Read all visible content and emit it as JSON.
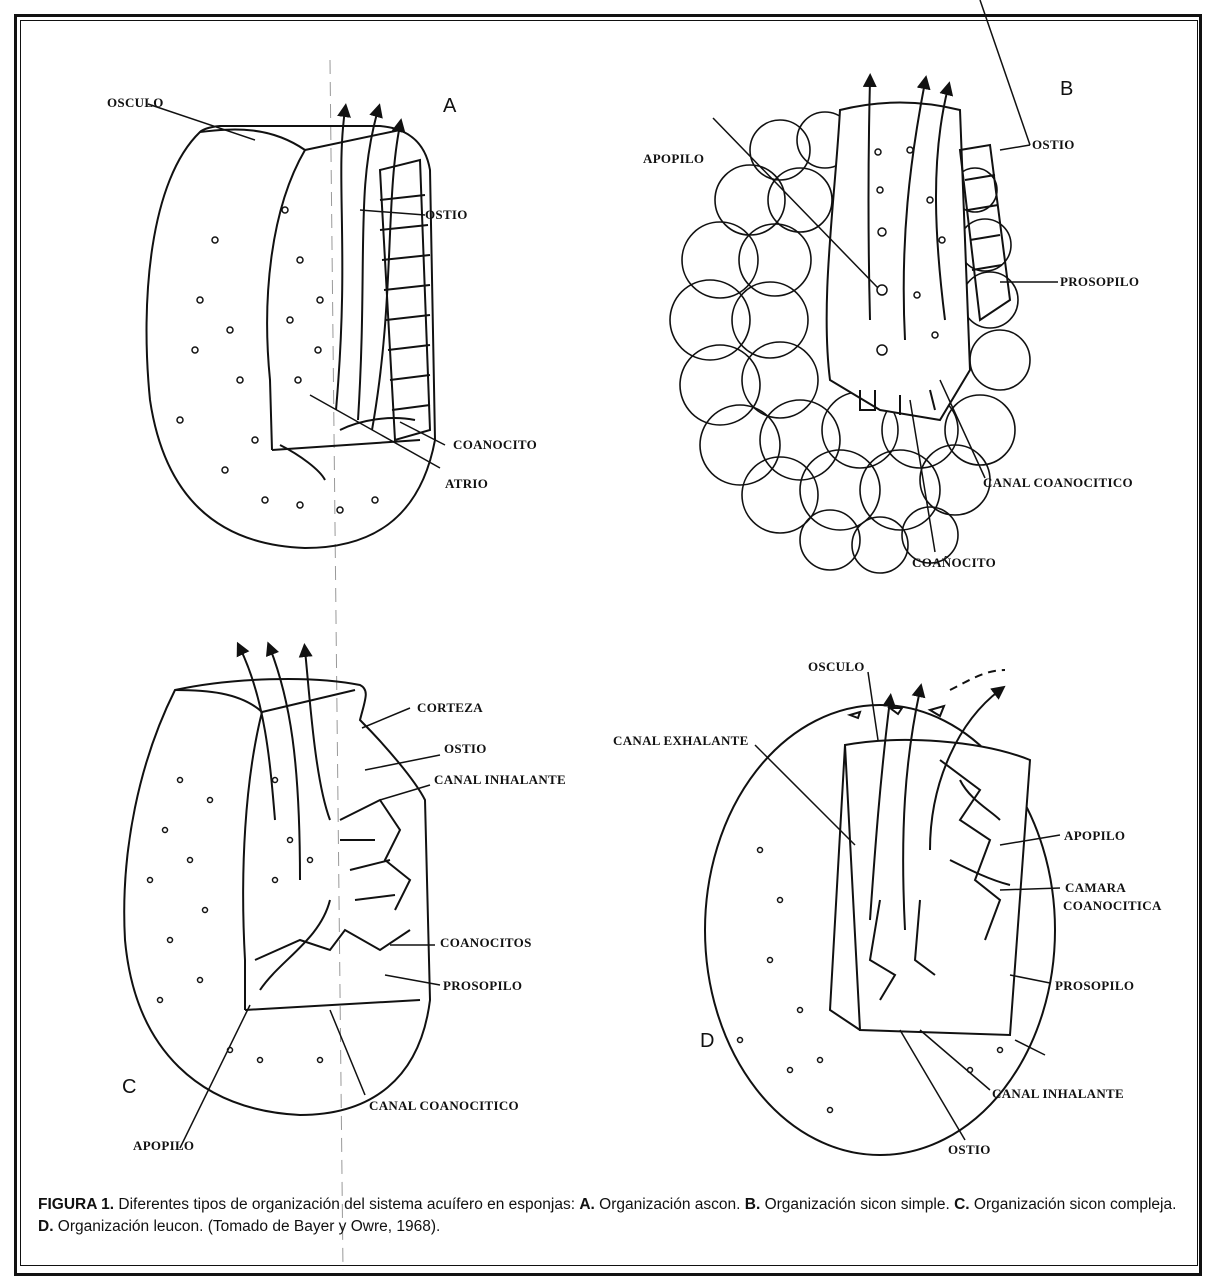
{
  "panels": {
    "A": {
      "letter": "A",
      "labels": {
        "osculo": "OSCULO",
        "ostio": "OSTIO",
        "coanocito": "COANOCITO",
        "atrio": "ATRIO"
      }
    },
    "B": {
      "letter": "B",
      "labels": {
        "apopilo": "APOPILO",
        "ostio": "OSTIO",
        "prosopilo": "PROSOPILO",
        "canal_coanocitico": "CANAL COANOCITICO",
        "coanocito": "COAÑOCITO"
      }
    },
    "C": {
      "letter": "C",
      "labels": {
        "corteza": "CORTEZA",
        "ostio": "OSTIO",
        "canal_inhalante": "CANAL INHALANTE",
        "coanocitos": "COANOCITOS",
        "prosopilo": "PROSOPILO",
        "canal_coanocitico": "CANAL COANOCITICO",
        "apopilo": "APOPILO"
      }
    },
    "D": {
      "letter": "D",
      "labels": {
        "osculo": "OSCULO",
        "canal_exhalante": "CANAL EXHALANTE",
        "apopilo": "APOPILO",
        "camara": "CAMARA",
        "coanocitica": "COANOCITICA",
        "prosopilo": "PROSOPILO",
        "canal_inhalante": "CANAL INHALANTE",
        "ostio": "OSTIO"
      }
    }
  },
  "caption": {
    "figure_label": "FIGURA 1.",
    "intro": " Diferentes tipos de organización del sistema acuífero en esponjas: ",
    "a_letter": "A.",
    "a_text": " Organización ascon. ",
    "b_letter": "B.",
    "b_text": " Organización sicon simple. ",
    "c_letter": "C.",
    "c_text": " Organización sicon compleja. ",
    "d_letter": "D.",
    "d_text": " Organización leucon. (Tomado de Bayer y Owre, 1968)."
  }
}
